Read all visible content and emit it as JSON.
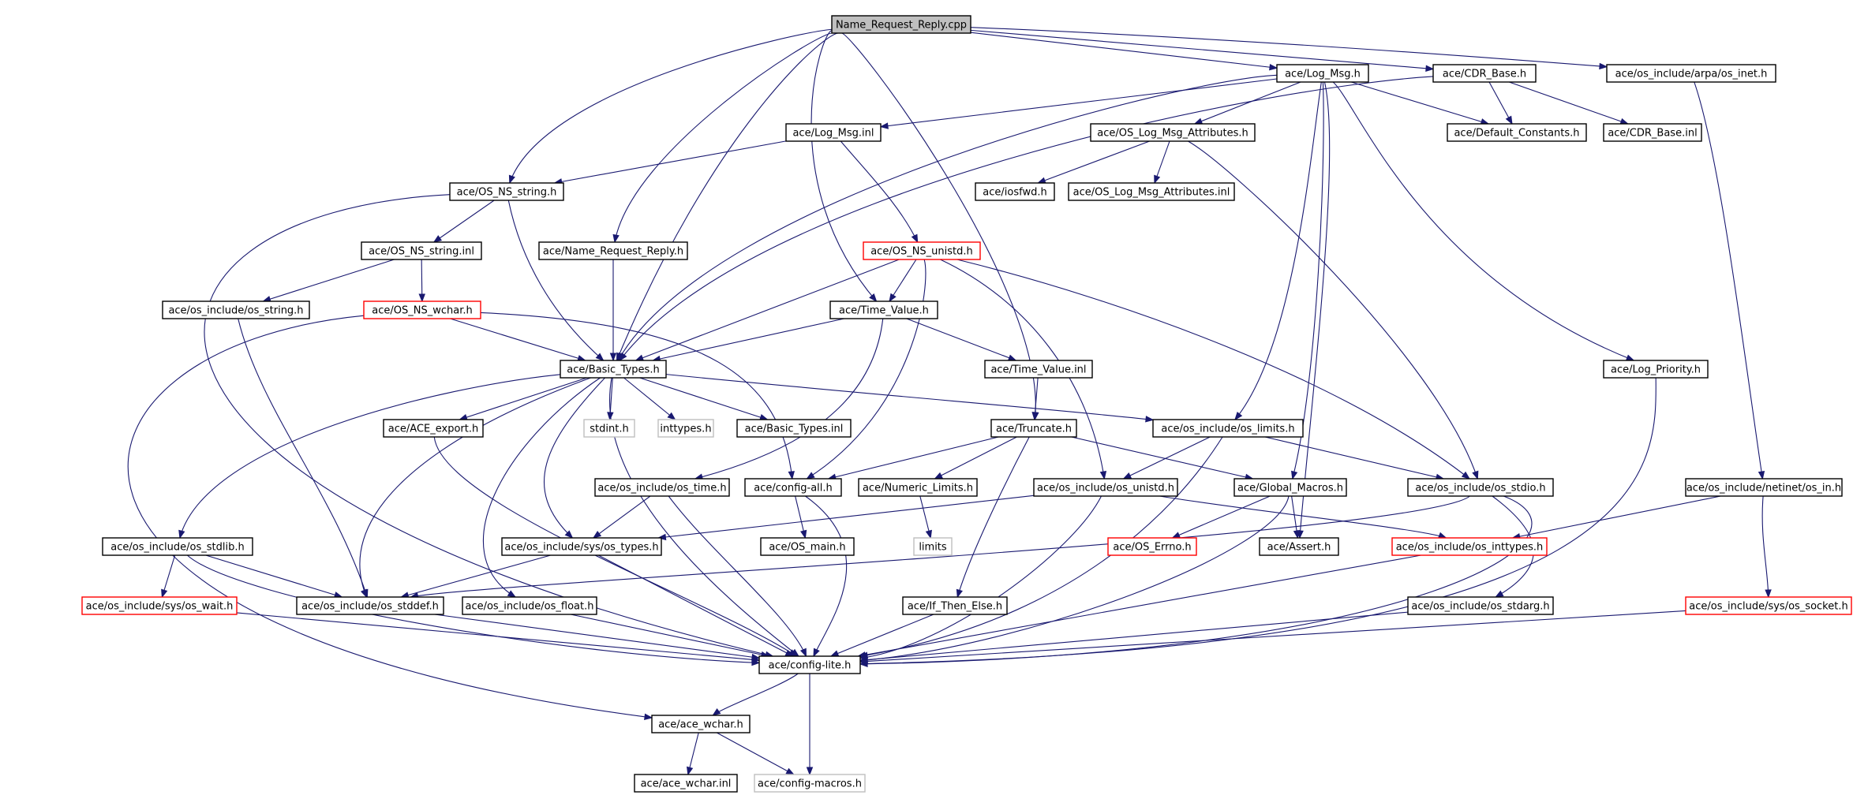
{
  "nodes": [
    {
      "id": "root",
      "label": "Name_Request_Reply.cpp",
      "style": "root"
    },
    {
      "id": "log_msg_h",
      "label": "ace/Log_Msg.h",
      "style": "normal"
    },
    {
      "id": "cdr_base_h",
      "label": "ace/CDR_Base.h",
      "style": "normal"
    },
    {
      "id": "os_inet_h",
      "label": "ace/os_include/arpa/os_inet.h",
      "style": "normal"
    },
    {
      "id": "log_msg_inl",
      "label": "ace/Log_Msg.inl",
      "style": "normal"
    },
    {
      "id": "os_log_msg_attr_h",
      "label": "ace/OS_Log_Msg_Attributes.h",
      "style": "normal"
    },
    {
      "id": "default_constants_h",
      "label": "ace/Default_Constants.h",
      "style": "normal"
    },
    {
      "id": "cdr_base_inl",
      "label": "ace/CDR_Base.inl",
      "style": "normal"
    },
    {
      "id": "os_ns_string_h",
      "label": "ace/OS_NS_string.h",
      "style": "normal"
    },
    {
      "id": "iosfwd_h",
      "label": "ace/iosfwd.h",
      "style": "normal"
    },
    {
      "id": "os_log_msg_attr_inl",
      "label": "ace/OS_Log_Msg_Attributes.inl",
      "style": "normal"
    },
    {
      "id": "os_ns_string_inl",
      "label": "ace/OS_NS_string.inl",
      "style": "normal"
    },
    {
      "id": "name_request_reply_h",
      "label": "ace/Name_Request_Reply.h",
      "style": "normal"
    },
    {
      "id": "os_ns_unistd_h",
      "label": "ace/OS_NS_unistd.h",
      "style": "red"
    },
    {
      "id": "os_string_h",
      "label": "ace/os_include/os_string.h",
      "style": "normal"
    },
    {
      "id": "os_ns_wchar_h",
      "label": "ace/OS_NS_wchar.h",
      "style": "red"
    },
    {
      "id": "time_value_h",
      "label": "ace/Time_Value.h",
      "style": "normal"
    },
    {
      "id": "basic_types_h",
      "label": "ace/Basic_Types.h",
      "style": "normal"
    },
    {
      "id": "time_value_inl",
      "label": "ace/Time_Value.inl",
      "style": "normal"
    },
    {
      "id": "log_priority_h",
      "label": "ace/Log_Priority.h",
      "style": "normal"
    },
    {
      "id": "ace_export_h",
      "label": "ace/ACE_export.h",
      "style": "normal"
    },
    {
      "id": "stdint_h",
      "label": "stdint.h",
      "style": "gray"
    },
    {
      "id": "inttypes_h",
      "label": "inttypes.h",
      "style": "gray"
    },
    {
      "id": "basic_types_inl",
      "label": "ace/Basic_Types.inl",
      "style": "normal"
    },
    {
      "id": "truncate_h",
      "label": "ace/Truncate.h",
      "style": "normal"
    },
    {
      "id": "os_limits_h",
      "label": "ace/os_include/os_limits.h",
      "style": "normal"
    },
    {
      "id": "os_time_h",
      "label": "ace/os_include/os_time.h",
      "style": "normal"
    },
    {
      "id": "config_all_h",
      "label": "ace/config-all.h",
      "style": "normal"
    },
    {
      "id": "numeric_limits_h",
      "label": "ace/Numeric_Limits.h",
      "style": "normal"
    },
    {
      "id": "os_unistd_h",
      "label": "ace/os_include/os_unistd.h",
      "style": "normal"
    },
    {
      "id": "global_macros_h",
      "label": "ace/Global_Macros.h",
      "style": "normal"
    },
    {
      "id": "os_stdio_h",
      "label": "ace/os_include/os_stdio.h",
      "style": "normal"
    },
    {
      "id": "os_in_h",
      "label": "ace/os_include/netinet/os_in.h",
      "style": "normal"
    },
    {
      "id": "limits",
      "label": "limits",
      "style": "gray"
    },
    {
      "id": "os_stdlib_h",
      "label": "ace/os_include/os_stdlib.h",
      "style": "normal"
    },
    {
      "id": "os_types_h",
      "label": "ace/os_include/sys/os_types.h",
      "style": "normal"
    },
    {
      "id": "os_main_h",
      "label": "ace/OS_main.h",
      "style": "normal"
    },
    {
      "id": "os_errno_h",
      "label": "ace/OS_Errno.h",
      "style": "red"
    },
    {
      "id": "assert_h",
      "label": "ace/Assert.h",
      "style": "normal"
    },
    {
      "id": "os_inttypes_h",
      "label": "ace/os_include/os_inttypes.h",
      "style": "red"
    },
    {
      "id": "os_wait_h",
      "label": "ace/os_include/sys/os_wait.h",
      "style": "red"
    },
    {
      "id": "os_stddef_h",
      "label": "ace/os_include/os_stddef.h",
      "style": "normal"
    },
    {
      "id": "os_float_h",
      "label": "ace/os_include/os_float.h",
      "style": "normal"
    },
    {
      "id": "if_then_else_h",
      "label": "ace/If_Then_Else.h",
      "style": "normal"
    },
    {
      "id": "os_stdarg_h",
      "label": "ace/os_include/os_stdarg.h",
      "style": "normal"
    },
    {
      "id": "os_socket_h",
      "label": "ace/os_include/sys/os_socket.h",
      "style": "red"
    },
    {
      "id": "config_lite_h",
      "label": "ace/config-lite.h",
      "style": "normal"
    },
    {
      "id": "ace_wchar_h",
      "label": "ace/ace_wchar.h",
      "style": "normal"
    },
    {
      "id": "ace_wchar_inl",
      "label": "ace/ace_wchar.inl",
      "style": "normal"
    },
    {
      "id": "config_macros_h",
      "label": "ace/config-macros.h",
      "style": "gray"
    }
  ],
  "edges": [
    [
      "root",
      "log_msg_h"
    ],
    [
      "root",
      "cdr_base_h"
    ],
    [
      "root",
      "os_inet_h"
    ],
    [
      "root",
      "os_ns_string_h"
    ],
    [
      "root",
      "name_request_reply_h"
    ],
    [
      "root",
      "time_value_h"
    ],
    [
      "root",
      "basic_types_h"
    ],
    [
      "root",
      "truncate_h"
    ],
    [
      "log_msg_h",
      "log_msg_inl"
    ],
    [
      "log_msg_h",
      "os_log_msg_attr_h"
    ],
    [
      "log_msg_h",
      "default_constants_h"
    ],
    [
      "log_msg_h",
      "log_priority_h"
    ],
    [
      "log_msg_h",
      "os_limits_h"
    ],
    [
      "log_msg_h",
      "global_macros_h"
    ],
    [
      "log_msg_h",
      "assert_h"
    ],
    [
      "log_msg_h",
      "basic_types_h"
    ],
    [
      "cdr_base_h",
      "default_constants_h"
    ],
    [
      "cdr_base_h",
      "cdr_base_inl"
    ],
    [
      "cdr_base_h",
      "basic_types_h"
    ],
    [
      "os_inet_h",
      "os_in_h"
    ],
    [
      "log_msg_inl",
      "os_ns_string_h"
    ],
    [
      "log_msg_inl",
      "os_ns_unistd_h"
    ],
    [
      "os_log_msg_attr_h",
      "iosfwd_h"
    ],
    [
      "os_log_msg_attr_h",
      "os_log_msg_attr_inl"
    ],
    [
      "os_log_msg_attr_h",
      "os_stdio_h"
    ],
    [
      "os_ns_string_h",
      "os_ns_string_inl"
    ],
    [
      "os_ns_string_h",
      "basic_types_h"
    ],
    [
      "os_ns_string_h",
      "config_lite_h"
    ],
    [
      "os_ns_string_inl",
      "os_string_h"
    ],
    [
      "os_ns_string_inl",
      "os_ns_wchar_h"
    ],
    [
      "name_request_reply_h",
      "basic_types_h"
    ],
    [
      "os_ns_unistd_h",
      "time_value_h"
    ],
    [
      "os_ns_unistd_h",
      "basic_types_h"
    ],
    [
      "os_ns_unistd_h",
      "os_unistd_h"
    ],
    [
      "os_ns_unistd_h",
      "os_stdio_h"
    ],
    [
      "os_ns_unistd_h",
      "config_all_h"
    ],
    [
      "os_string_h",
      "os_stddef_h"
    ],
    [
      "os_ns_wchar_h",
      "basic_types_h"
    ],
    [
      "os_ns_wchar_h",
      "config_all_h"
    ],
    [
      "os_ns_wchar_h",
      "ace_wchar_h"
    ],
    [
      "time_value_h",
      "basic_types_h"
    ],
    [
      "time_value_h",
      "time_value_inl"
    ],
    [
      "time_value_h",
      "os_time_h"
    ],
    [
      "time_value_inl",
      "truncate_h"
    ],
    [
      "basic_types_h",
      "ace_export_h"
    ],
    [
      "basic_types_h",
      "stdint_h"
    ],
    [
      "basic_types_h",
      "inttypes_h"
    ],
    [
      "basic_types_h",
      "basic_types_inl"
    ],
    [
      "basic_types_h",
      "os_limits_h"
    ],
    [
      "basic_types_h",
      "os_stdlib_h"
    ],
    [
      "basic_types_h",
      "os_types_h"
    ],
    [
      "basic_types_h",
      "os_stddef_h"
    ],
    [
      "basic_types_h",
      "os_float_h"
    ],
    [
      "basic_types_h",
      "config_lite_h"
    ],
    [
      "truncate_h",
      "config_all_h"
    ],
    [
      "truncate_h",
      "numeric_limits_h"
    ],
    [
      "truncate_h",
      "global_macros_h"
    ],
    [
      "truncate_h",
      "if_then_else_h"
    ],
    [
      "os_limits_h",
      "os_unistd_h"
    ],
    [
      "os_limits_h",
      "os_stdio_h"
    ],
    [
      "os_limits_h",
      "config_lite_h"
    ],
    [
      "log_priority_h",
      "config_lite_h"
    ],
    [
      "ace_export_h",
      "config_lite_h"
    ],
    [
      "os_time_h",
      "os_types_h"
    ],
    [
      "os_time_h",
      "config_lite_h"
    ],
    [
      "config_all_h",
      "os_main_h"
    ],
    [
      "config_all_h",
      "config_lite_h"
    ],
    [
      "numeric_limits_h",
      "limits"
    ],
    [
      "os_unistd_h",
      "os_types_h"
    ],
    [
      "os_unistd_h",
      "os_inttypes_h"
    ],
    [
      "os_unistd_h",
      "config_lite_h"
    ],
    [
      "global_macros_h",
      "os_errno_h"
    ],
    [
      "global_macros_h",
      "assert_h"
    ],
    [
      "global_macros_h",
      "config_lite_h"
    ],
    [
      "os_stdio_h",
      "os_stddef_h"
    ],
    [
      "os_stdio_h",
      "os_stdarg_h"
    ],
    [
      "os_stdio_h",
      "config_lite_h"
    ],
    [
      "os_in_h",
      "os_inttypes_h"
    ],
    [
      "os_in_h",
      "os_socket_h"
    ],
    [
      "os_stdlib_h",
      "os_wait_h"
    ],
    [
      "os_stdlib_h",
      "os_stddef_h"
    ],
    [
      "os_stdlib_h",
      "config_lite_h"
    ],
    [
      "os_types_h",
      "os_stddef_h"
    ],
    [
      "os_types_h",
      "config_lite_h"
    ],
    [
      "os_inttypes_h",
      "config_lite_h"
    ],
    [
      "os_wait_h",
      "config_lite_h"
    ],
    [
      "os_stddef_h",
      "config_lite_h"
    ],
    [
      "os_float_h",
      "config_lite_h"
    ],
    [
      "if_then_else_h",
      "config_lite_h"
    ],
    [
      "os_stdarg_h",
      "config_lite_h"
    ],
    [
      "os_socket_h",
      "config_lite_h"
    ],
    [
      "config_lite_h",
      "ace_wchar_h"
    ],
    [
      "config_lite_h",
      "config_macros_h"
    ],
    [
      "ace_wchar_h",
      "ace_wchar_inl"
    ],
    [
      "ace_wchar_h",
      "config_macros_h"
    ]
  ]
}
